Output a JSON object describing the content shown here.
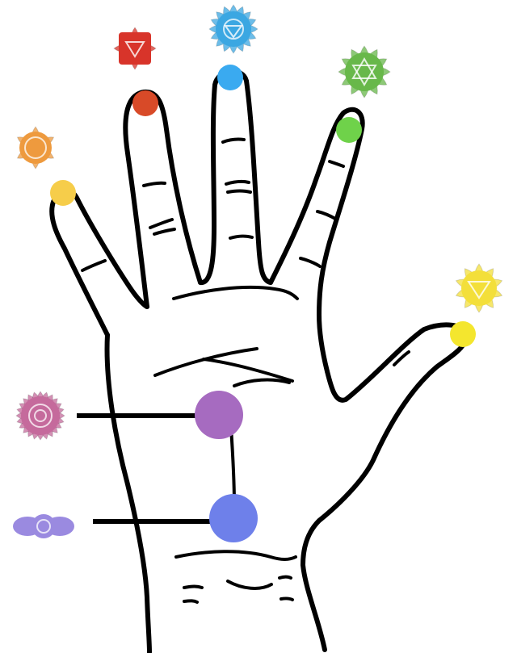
{
  "diagram": {
    "colors": {
      "outline": "#000000",
      "background": "#ffffff"
    },
    "symbols": [
      {
        "id": "root",
        "icon": "square-lotus-symbol",
        "color": "#d8342a"
      },
      {
        "id": "sacral",
        "icon": "six-petal-lotus-symbol",
        "color": "#ee9a3e"
      },
      {
        "id": "solar-plexus",
        "icon": "ten-petal-lotus-symbol",
        "color": "#f3df3a"
      },
      {
        "id": "heart",
        "icon": "hexagram-lotus-symbol",
        "color": "#68b84a"
      },
      {
        "id": "throat",
        "icon": "sixteen-petal-lotus-symbol",
        "color": "#3ba7e2"
      },
      {
        "id": "third-eye",
        "icon": "two-petal-lotus-symbol",
        "color": "#9a8ae0"
      },
      {
        "id": "crown",
        "icon": "thousand-petal-lotus-symbol",
        "color": "#c56a9c"
      }
    ],
    "dots": [
      {
        "finger": "little-finger",
        "color": "#f6cd4a"
      },
      {
        "finger": "ring-finger",
        "color": "#d84a28"
      },
      {
        "finger": "middle-finger",
        "color": "#3aaaf0"
      },
      {
        "finger": "index-finger",
        "color": "#6fd24a"
      },
      {
        "finger": "thumb",
        "color": "#f4e62e"
      },
      {
        "finger": "palm-upper",
        "color": "#a66bc0"
      },
      {
        "finger": "palm-lower",
        "color": "#6e80ea"
      }
    ]
  }
}
